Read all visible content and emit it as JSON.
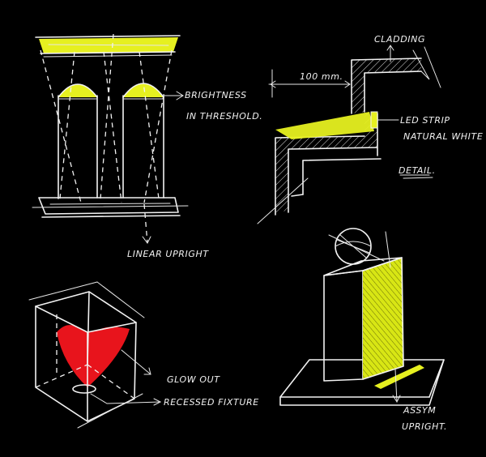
{
  "colors": {
    "background": "#000000",
    "ink": "#f2f2f2",
    "highlight": "#e6f020",
    "accent_red": "#e8141c"
  },
  "labels": {
    "brightness_line1": "BRIGHTNESS",
    "brightness_line2": "IN THRESHOLD.",
    "linear_upright": "LINEAR UPRIGHT",
    "cladding": "CLADDING",
    "dimension": "100 mm.",
    "led_strip_line1": "LED STRIP",
    "led_strip_line2": "NATURAL WHITE",
    "detail": "DETAIL.",
    "glow_out": "GLOW OUT",
    "recessed_fixture": "RECESSED FIXTURE",
    "assym_line1": "ASSYM",
    "assym_line2": "UPRIGHT."
  }
}
